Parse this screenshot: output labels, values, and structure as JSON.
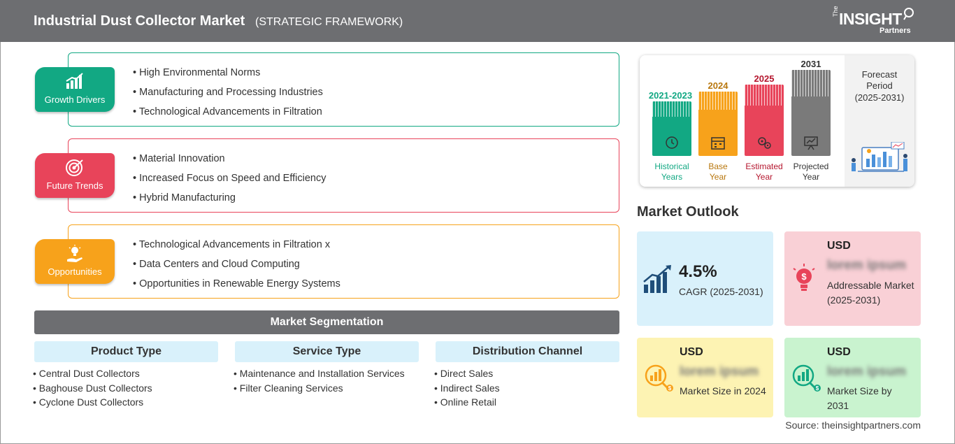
{
  "header": {
    "title": "Industrial Dust Collector Market",
    "subtitle": "(STRATEGIC FRAMEWORK)",
    "logo": {
      "the": "The",
      "insight": "INSIGHT",
      "partners": "Partners"
    }
  },
  "framework": [
    {
      "label": "Growth Drivers",
      "color": "#12a883",
      "icon": "growth-chart-icon",
      "items": [
        "High Environmental Norms",
        "Manufacturing and Processing Industries",
        "Technological Advancements in Filtration"
      ]
    },
    {
      "label": "Future Trends",
      "color": "#e8445a",
      "icon": "target-icon",
      "items": [
        "Material Innovation",
        "Increased Focus on Speed and Efficiency",
        "Hybrid Manufacturing"
      ]
    },
    {
      "label": "Opportunities",
      "color": "#f7a21b",
      "icon": "lightbulb-hand-icon",
      "items": [
        "Technological Advancements in Filtration x",
        "Data Centers and Cloud Computing",
        "Opportunities in Renewable Energy Systems"
      ]
    }
  ],
  "segmentation": {
    "title": "Market Segmentation",
    "columns": [
      {
        "heading": "Product Type",
        "items": [
          "Central Dust Collectors",
          "Baghouse Dust Collectors",
          "Cyclone Dust Collectors"
        ]
      },
      {
        "heading": "Service Type",
        "items": [
          "Maintenance and Installation Services",
          "Filter Cleaning Services"
        ]
      },
      {
        "heading": "Distribution Channel",
        "items": [
          "Direct Sales",
          "Indirect Sales",
          "Online Retail"
        ]
      }
    ]
  },
  "timeline": {
    "bars": [
      {
        "year": "2021-2023",
        "label_line1": "Historical",
        "label_line2": "Years",
        "color": "#12a883",
        "year_color": "#12a883",
        "icon": "history-clock-icon"
      },
      {
        "year": "2024",
        "label_line1": "Base",
        "label_line2": "Year",
        "color": "#f7a21b",
        "year_color": "#b8770e",
        "icon": "calendar-icon"
      },
      {
        "year": "2025",
        "label_line1": "Estimated",
        "label_line2": "Year",
        "color": "#e8445a",
        "year_color": "#b5162e",
        "icon": "gears-icon"
      },
      {
        "year": "2031",
        "label_line1": "Projected",
        "label_line2": "Year",
        "color": "#7a7a7a",
        "year_color": "#333333",
        "icon": "presentation-board-icon"
      }
    ],
    "forecast_title": "Forecast Period",
    "forecast_range": "(2025-2031)"
  },
  "outlook": {
    "title": "Market Outlook",
    "cagr": {
      "value": "4.5%",
      "label": "CAGR (2025-2031)",
      "color": "#d9f1fb"
    },
    "addressable": {
      "currency": "USD",
      "value": "lorem ipsum",
      "label": "Addressable Market (2025-2031)",
      "color": "#f9d0d6"
    },
    "size_2024": {
      "currency": "USD",
      "value": "lorem ipsum",
      "label": "Market Size in 2024",
      "color": "#fdf3b3"
    },
    "size_2031": {
      "currency": "USD",
      "value": "lorem ipsum",
      "label": "Market Size by 2031",
      "color": "#c9f3cf"
    }
  },
  "source": "Source: theinsightpartners.com"
}
